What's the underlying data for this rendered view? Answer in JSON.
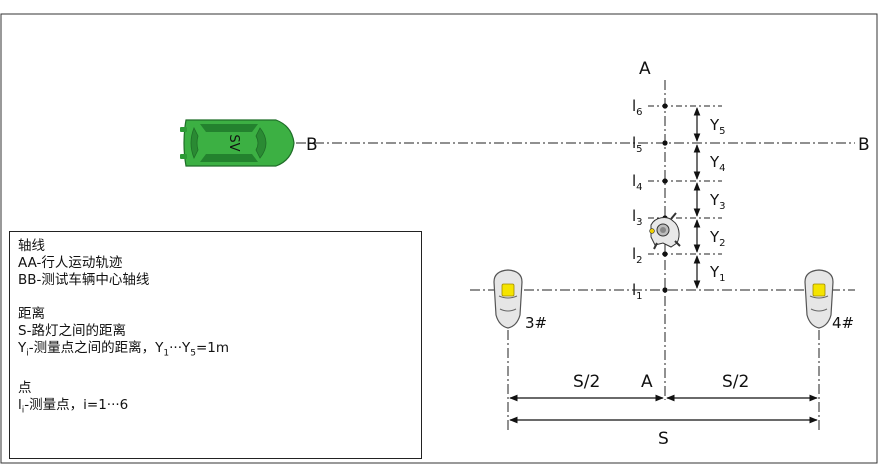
{
  "axis_a": {
    "label": "A"
  },
  "axis_b": {
    "label": "B"
  },
  "points": [
    {
      "letter": "l",
      "index": "1"
    },
    {
      "letter": "l",
      "index": "2"
    },
    {
      "letter": "l",
      "index": "3"
    },
    {
      "letter": "l",
      "index": "4"
    },
    {
      "letter": "l",
      "index": "5"
    },
    {
      "letter": "l",
      "index": "6"
    }
  ],
  "spacings": [
    {
      "letter": "Y",
      "index": "1"
    },
    {
      "letter": "Y",
      "index": "2"
    },
    {
      "letter": "Y",
      "index": "3"
    },
    {
      "letter": "Y",
      "index": "4"
    },
    {
      "letter": "Y",
      "index": "5"
    }
  ],
  "lamps": [
    {
      "label": "3#",
      "lamp_color": "#f5e400"
    },
    {
      "label": "4#",
      "lamp_color": "#f5e400"
    }
  ],
  "vehicle": {
    "label": "SV",
    "body_color": "#3cb043"
  },
  "dimensions": {
    "half_left": "S/2",
    "half_right": "S/2",
    "full": "S"
  },
  "legend": {
    "axis_heading": "轴线",
    "axis_aa": "AA-行人运动轨迹",
    "axis_bb": "BB-测试车辆中心轴线",
    "distance_heading": "距离",
    "distance_s": "S-路灯之间的距离",
    "distance_y_prefix": "Y",
    "distance_y_prefix_sub": "i",
    "distance_y_mid": "-测量点之间的距离，Y",
    "distance_y_sub1": "1",
    "distance_y_dots": "···Y",
    "distance_y_sub5": "5",
    "distance_y_suffix": "=1m",
    "point_heading": "点",
    "point_prefix": "l",
    "point_prefix_sub": "i",
    "point_suffix": "-测量点，i=1···6"
  },
  "colors": {
    "line": "#222222",
    "car_body": "#3cb043",
    "car_dark": "#1f7a2a",
    "lamp": "#f5e400"
  },
  "icons": [
    "car-icon",
    "street-lamp-icon",
    "pedestrian-icon"
  ]
}
